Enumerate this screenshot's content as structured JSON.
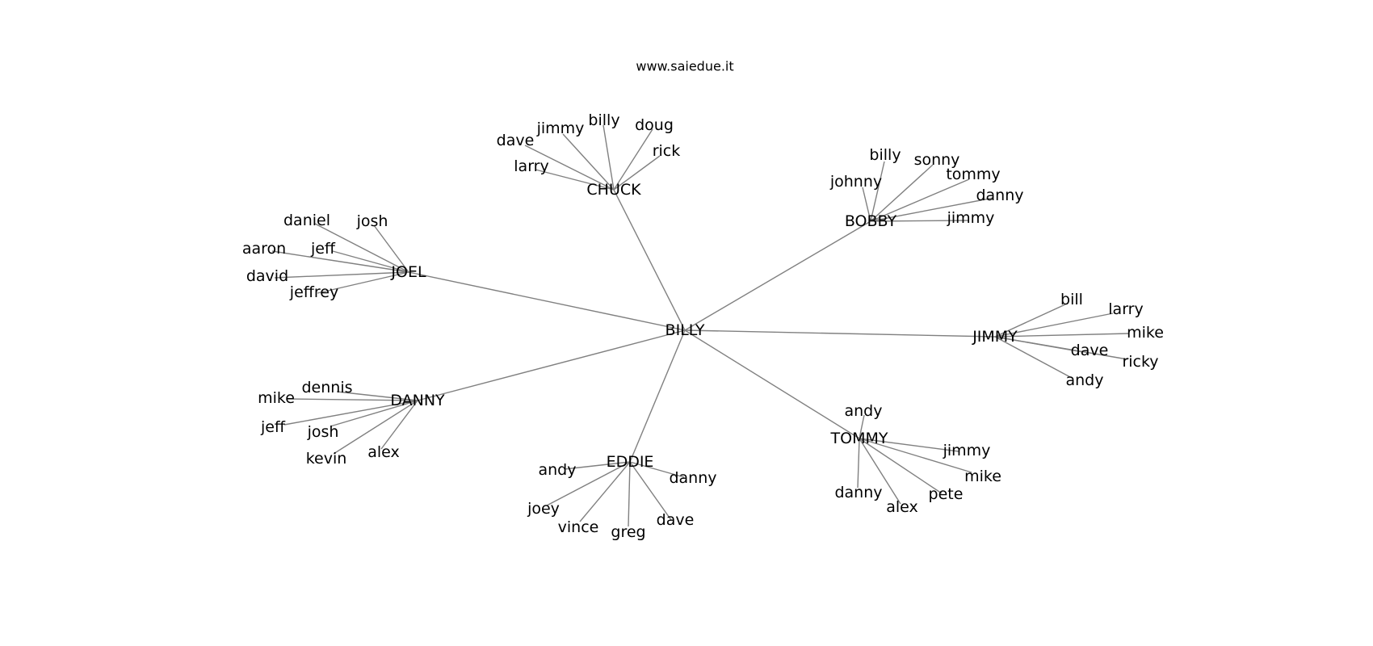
{
  "header": {
    "site": "www.saiedue.it"
  },
  "colors": {
    "edge": "#808080",
    "text": "#000000",
    "background": "#ffffff"
  },
  "graph": {
    "center": {
      "id": "billy",
      "label": "BILLY",
      "hubs": [
        "chuck",
        "bobby",
        "joel",
        "jimmy",
        "danny",
        "eddie",
        "tommy"
      ]
    },
    "hubs": [
      {
        "id": "chuck",
        "label": "CHUCK",
        "leaves": [
          "dave",
          "jimmy",
          "billy",
          "doug",
          "rick",
          "larry"
        ]
      },
      {
        "id": "bobby",
        "label": "BOBBY",
        "leaves": [
          "billy",
          "sonny",
          "johnny",
          "tommy",
          "danny",
          "jimmy"
        ]
      },
      {
        "id": "joel",
        "label": "JOEL",
        "leaves": [
          "daniel",
          "josh",
          "aaron",
          "jeff",
          "david",
          "jeffrey"
        ]
      },
      {
        "id": "jimmy",
        "label": "JIMMY",
        "leaves": [
          "bill",
          "larry",
          "mike",
          "dave",
          "ricky",
          "andy"
        ]
      },
      {
        "id": "danny",
        "label": "DANNY",
        "leaves": [
          "dennis",
          "mike",
          "jeff",
          "josh",
          "kevin",
          "alex"
        ]
      },
      {
        "id": "eddie",
        "label": "EDDIE",
        "leaves": [
          "andy",
          "danny",
          "joey",
          "vince",
          "greg",
          "dave"
        ]
      },
      {
        "id": "tommy",
        "label": "TOMMY",
        "leaves": [
          "andy",
          "jimmy",
          "mike",
          "danny",
          "alex",
          "pete"
        ]
      }
    ]
  }
}
